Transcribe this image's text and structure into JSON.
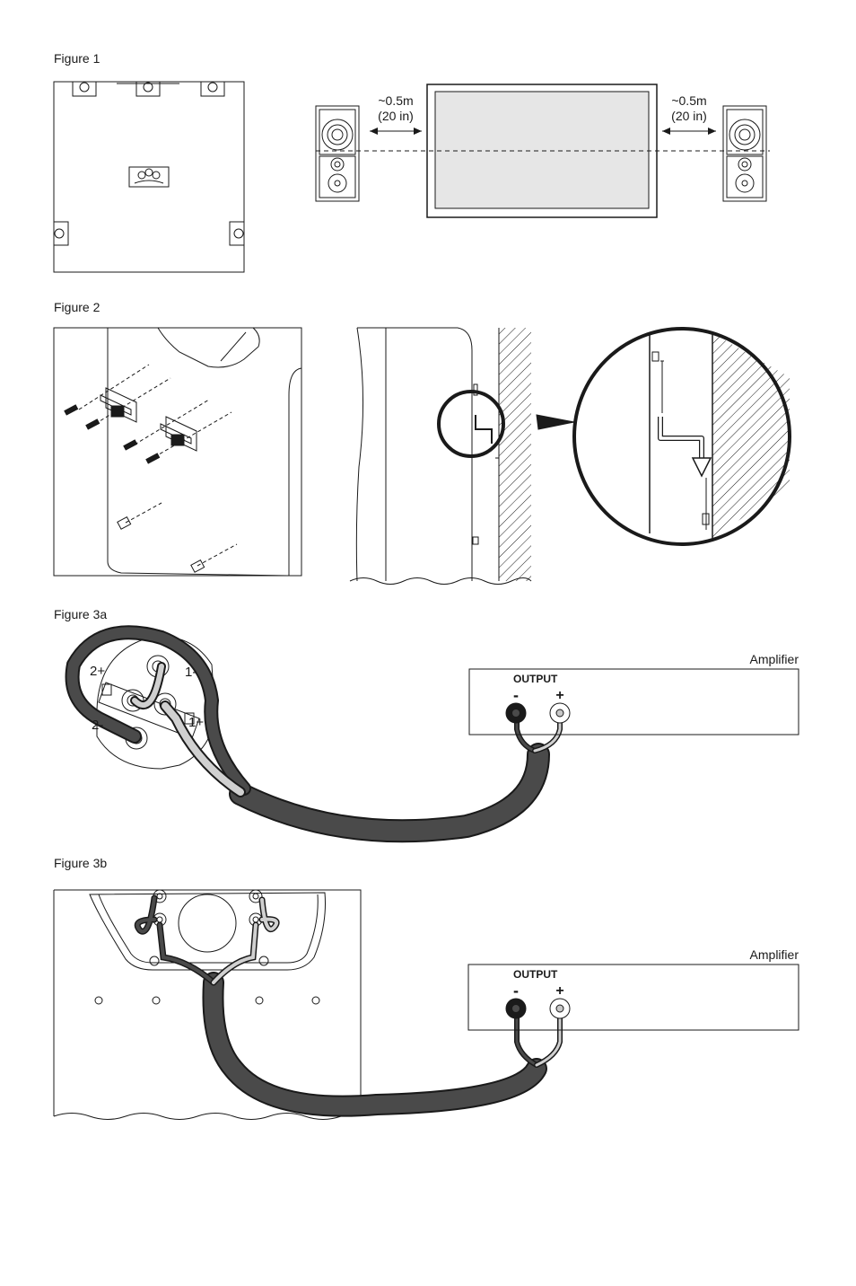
{
  "figure1": {
    "caption": "Figure 1",
    "left_distance": "~0.5m",
    "left_distance_in": "(20 in)",
    "right_distance": "~0.5m",
    "right_distance_in": "(20 in)"
  },
  "figure2": {
    "caption": "Figure 2"
  },
  "figure3a": {
    "caption": "Figure 3a",
    "terminals": {
      "t2plus": "2+",
      "t1minus": "1-",
      "t2minus": "2-",
      "t1plus": "1+"
    },
    "amplifier_label": "Amplifier",
    "output_label": "OUTPUT",
    "minus": "-",
    "plus": "+"
  },
  "figure3b": {
    "caption": "Figure 3b",
    "amplifier_label": "Amplifier",
    "output_label": "OUTPUT",
    "minus": "-",
    "plus": "+"
  },
  "colors": {
    "line": "#1a1a1a",
    "cable": "#4a4a4a",
    "light_wire": "#d0d0d0",
    "screen": "#e6e6e6"
  }
}
